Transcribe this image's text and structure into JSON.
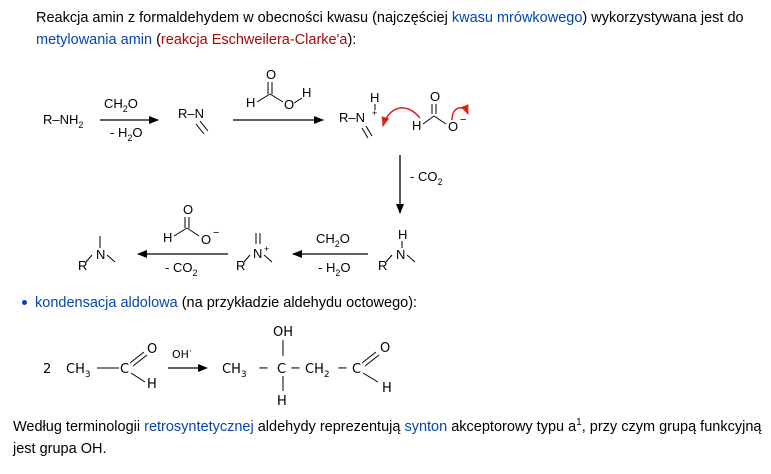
{
  "intro": {
    "t1": "Reakcja amin z formaldehydem w obecności kwasu (najczęściej ",
    "link_formic": "kwasu mrówkowego",
    "t2": ") wykorzystywana jest do ",
    "link_methylation": "metylowania",
    "t3": " ",
    "link_amin": "amin",
    "t4": " (",
    "link_eschweiler": "reakcja Eschweilera-Clarke'a",
    "t5": "):"
  },
  "scheme1": {
    "r_nh2": "R–NH",
    "sub2": "2",
    "ch2o": "CH",
    "o_letter": "O",
    "minus_h2o": "- H",
    "minus_co2": "- CO",
    "r_n": "R–N",
    "h": "H",
    "o": "O",
    "plus": "+",
    "r": "R",
    "n": "N",
    "minus_sign": "−"
  },
  "bullet": {
    "link_aldol": "kondensacja aldolowa",
    "text": " (na przykładzie aldehydu octowego):"
  },
  "scheme2": {
    "coef": "2",
    "ch3": "CH",
    "sub3": "3",
    "c": "C",
    "o": "O",
    "h": "H",
    "oh_cat": "OH",
    "oh": "OH",
    "ch2": "CH",
    "sub2": "2",
    "dash": "−",
    "dot": "·"
  },
  "outro": {
    "t1": "Według terminologii ",
    "link_retro": "retrosyntetycznej",
    "t2": " aldehydy reprezentują ",
    "link_synton": "synton",
    "t3": " akceptorowy typu a",
    "sup": "1",
    "t4": ", przy czym grupą funkcyjną jest grupa OH."
  }
}
